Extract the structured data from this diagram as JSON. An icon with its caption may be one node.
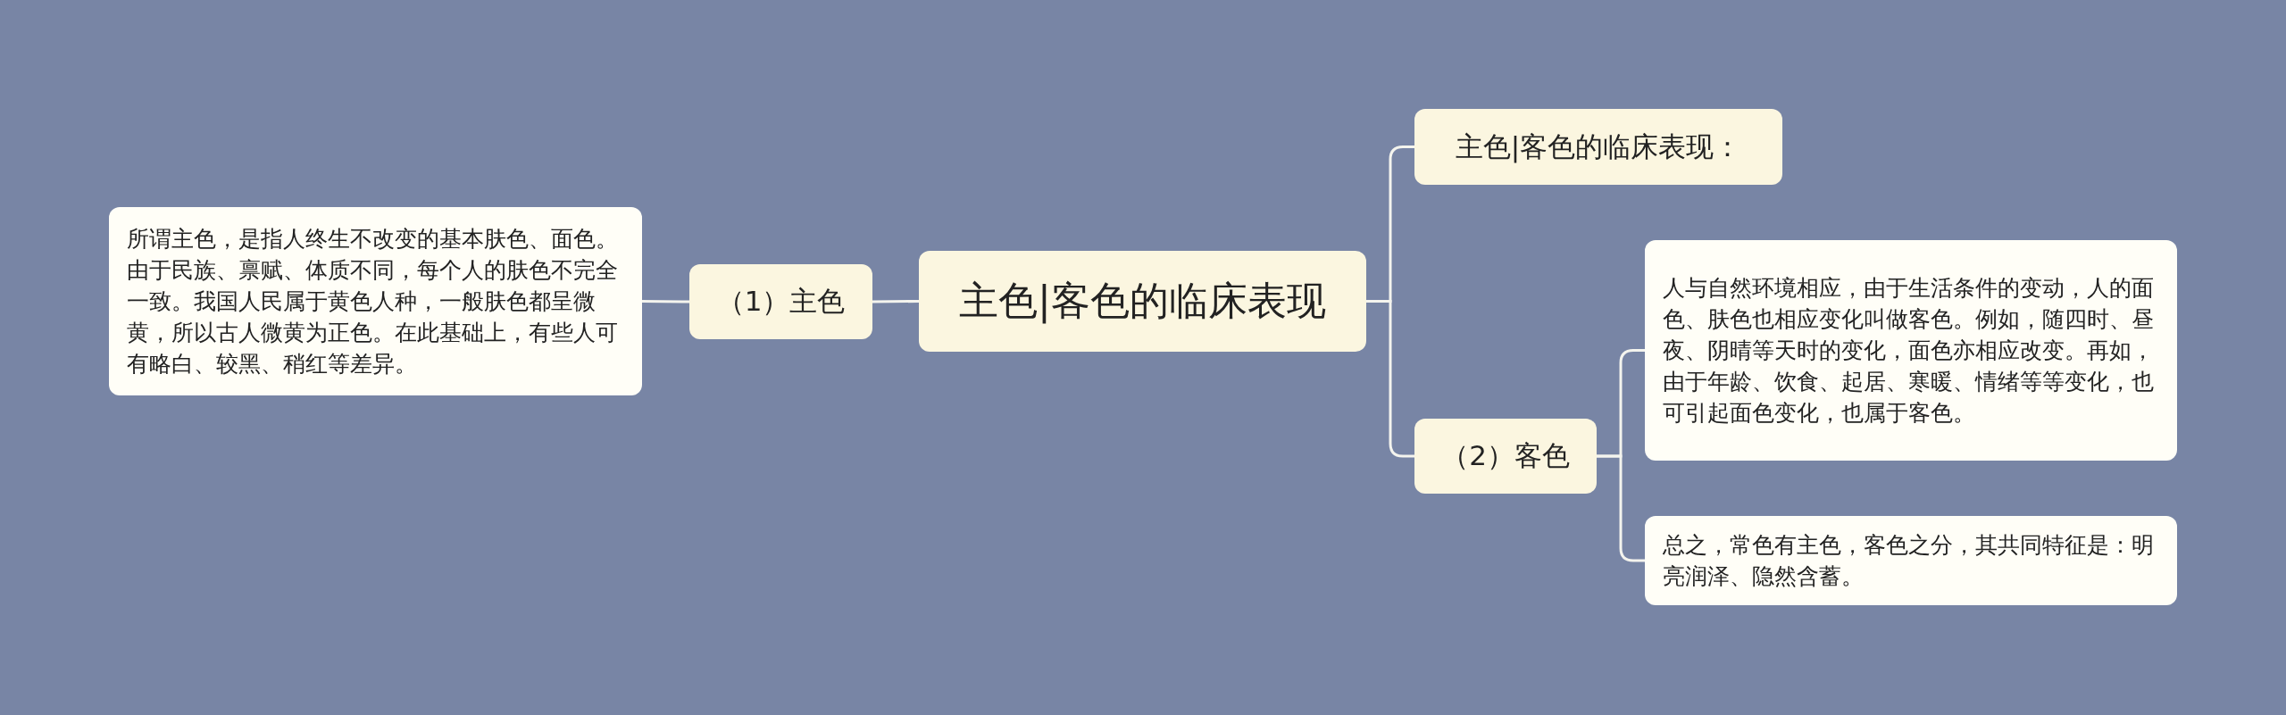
{
  "diagram": {
    "nodes": [
      {
        "text": [
          "主色|客色的临床表现"
        ]
      },
      {
        "text": [
          "（1）主色"
        ]
      },
      {
        "text": [
          "所谓主色，是指人终生不改变的基本肤色、面色。由于民族、禀赋、体质不同，每个人的肤色不完全一致。我国人民属于黄色人种，一般肤色都呈微黄，所以古人微黄为正色。在此基础上，有些人可有略白、较黑、稍红等差异。"
        ]
      },
      {
        "text": [
          "主色|客色的临床表现："
        ]
      },
      {
        "text": [
          "（2）客色"
        ]
      },
      {
        "text": [
          "人与自然环境相应，由于生活条件的变动，人的面色、肤色也相应变化叫做客色。例如，随四时、昼夜、阴晴等天时的变化，面色亦相应改变。再如，由于年龄、饮食、起居、寒暖、情绪等等变化，也可引起面色变化，也属于客色。"
        ]
      },
      {
        "text": [
          "总之，常色有主色，客色之分，其共同特征是：明亮润泽、隐然含蓄。"
        ]
      }
    ],
    "edges": [
      {
        "from": 0,
        "to": 1,
        "arrow": "none"
      },
      {
        "from": 1,
        "to": 2,
        "arrow": "none"
      },
      {
        "from": 0,
        "to": 3,
        "arrow": "none"
      },
      {
        "from": 0,
        "to": 4,
        "arrow": "none"
      },
      {
        "from": 4,
        "to": 5,
        "arrow": "none"
      },
      {
        "from": 4,
        "to": 6,
        "arrow": "none"
      }
    ]
  }
}
